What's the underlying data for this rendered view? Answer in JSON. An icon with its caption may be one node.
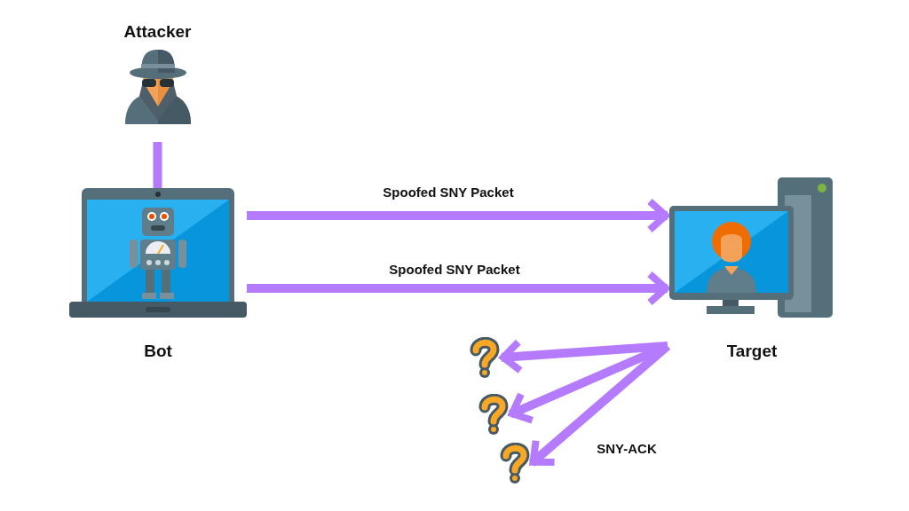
{
  "diagram": {
    "nodes": [
      {
        "text": [
          "Attacker"
        ]
      },
      {
        "text": [
          "Bot"
        ]
      },
      {
        "text": [
          "Target"
        ]
      },
      {
        "text": [],
        "shape": "picture"
      },
      {
        "text": [],
        "shape": "picture"
      },
      {
        "text": [],
        "shape": "picture"
      }
    ],
    "edges": [
      {
        "from": 0,
        "to": 1,
        "arrow": "none"
      },
      {
        "from": 1,
        "to": 2,
        "arrow": "to",
        "label": "Spoofed SNY Packet"
      },
      {
        "from": 1,
        "to": 2,
        "arrow": "to",
        "label": "Spoofed SNY Packet"
      },
      {
        "from": 2,
        "to": 3,
        "arrow": "to"
      },
      {
        "from": 2,
        "to": 4,
        "arrow": "to"
      },
      {
        "from": 2,
        "to": 5,
        "arrow": "to",
        "label": "SNY-ACK"
      }
    ]
  }
}
